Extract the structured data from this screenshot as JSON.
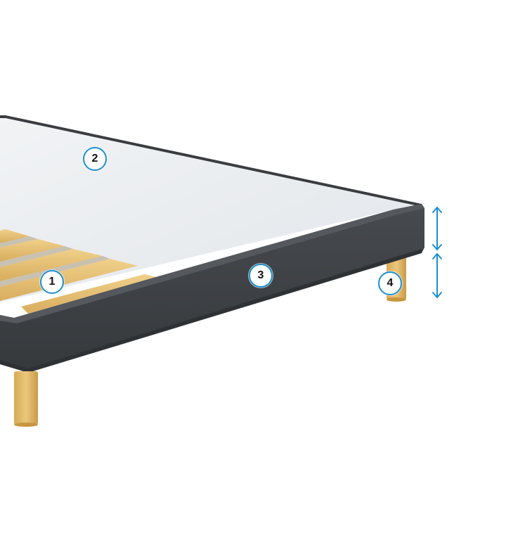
{
  "colors": {
    "accent": "#1c8fd0",
    "fabric": "#3f4245",
    "wood": "#e0b566",
    "cover": "#e8ebee"
  },
  "callouts": [
    {
      "label": "1",
      "target": "wooden-slats"
    },
    {
      "label": "2",
      "target": "top-cover"
    },
    {
      "label": "3",
      "target": "upholstered-frame"
    },
    {
      "label": "4",
      "target": "leg"
    }
  ],
  "icons": {
    "height_dimension": "double-arrow-icon"
  }
}
